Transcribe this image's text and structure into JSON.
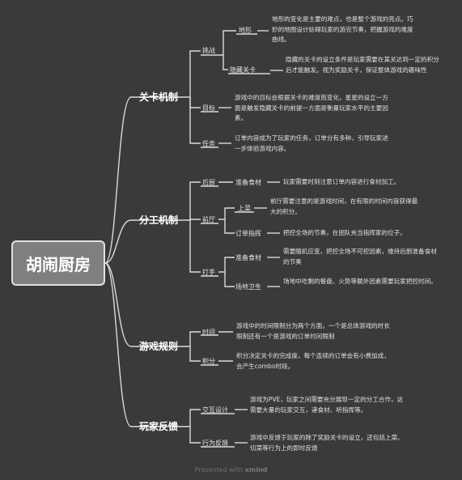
{
  "root": "胡闹厨房",
  "branches": [
    {
      "label": "关卡机制",
      "children": [
        {
          "label": "挑战",
          "children": [
            {
              "label": "地形",
              "desc": "地形的变化是主要的难点，也是整个游戏的亮点。巧妙的地图设计妨碍玩家的游完节奏，把握游戏的难度曲线。"
            },
            {
              "label": "隐藏关卡",
              "desc": "隐藏的关卡的设立条件是玩家需要在某关达到一定的积分后才能触发。视为奖励关卡，保证整体游戏的趣味性"
            }
          ]
        },
        {
          "label": "目标",
          "desc": "游戏中的目标会根据关卡的难度而变化，星星的设立一方面是触发隐藏关卡的前提一方面是衡量玩家水平的主要因素。"
        },
        {
          "label": "任务",
          "desc": "订单内容成为了玩家的任务，订单分有多种，引导玩家进一步体验游戏内容。"
        }
      ]
    },
    {
      "label": "分工机制",
      "children": [
        {
          "label": "后厨",
          "children": [
            {
              "label": "准备食材",
              "desc": "玩家需要时刻注意订单内容进行食材加工。"
            }
          ]
        },
        {
          "label": "前厅",
          "children": [
            {
              "label": "上菜",
              "desc": "前厅需要注意的是游戏时间，在有限的时间内容获得最大的积分。"
            },
            {
              "label": "订单指挥",
              "desc": "把控全场的节奏，在团队充当指挥家的位子。"
            }
          ]
        },
        {
          "label": "打手",
          "children": [
            {
              "label": "准备食材",
              "desc": "需要随机应变，把控全场不可控因素，维持后厨准备食材的节奏"
            },
            {
              "label": "场地卫生",
              "desc": "场地中吃剩的餐盘、火势等额外因素需要玩家把控时间。"
            }
          ]
        }
      ]
    },
    {
      "label": "游戏规则",
      "children": [
        {
          "label": "时间",
          "desc": "游戏中的时间限制分为两个方面，一个是总体游戏的时长限制还有一个是游戏的订单时间限制"
        },
        {
          "label": "积分",
          "desc": "积分决定关卡的完成度，每个连续的订单会有小费加成，会产生combo时段。"
        }
      ]
    },
    {
      "label": "玩家反馈",
      "children": [
        {
          "label": "交互设计",
          "desc": "游戏为PVE，玩家之间需要充分展现一定的分工合作，这需要大量的玩家交互，递食材、听指挥等。"
        },
        {
          "label": "行为反馈",
          "desc": "游戏中反馈于玩家的除了奖励关卡的设立，还包括上菜、切菜等行为上的即时反馈"
        }
      ]
    }
  ],
  "footer": {
    "prefix": "Presented with",
    "brand": "xmind"
  },
  "colors": {
    "background": "#3a3a3a",
    "line": "#d9d9d9",
    "root_fill": "#7f7f7f"
  }
}
